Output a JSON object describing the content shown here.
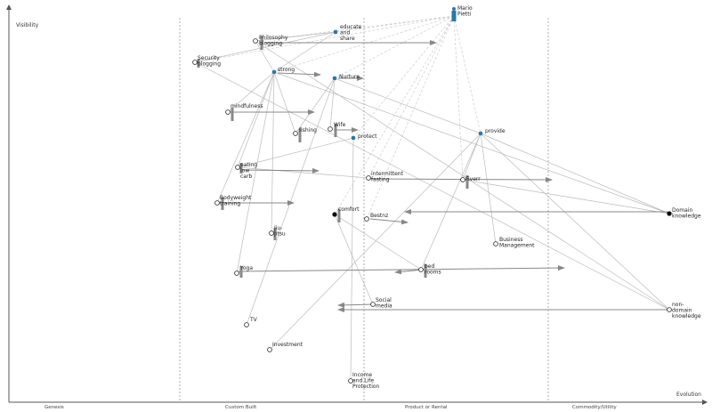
{
  "map": {
    "y_axis_label": "Visibility",
    "x_axis_label": "Evolution",
    "stages": [
      "Genesis",
      "Custom Built",
      "Product or Rental",
      "Commodity/Utility"
    ]
  },
  "colors": {
    "axis": "#555555",
    "link": "#bbbbbb",
    "dashed_link": "#cccccc",
    "arrow": "#888888",
    "inertia": "#888888",
    "node_blue": "#2b78a6",
    "node_black": "#000000"
  },
  "components": [
    {
      "id": "mario",
      "name": "Mario Pietti",
      "lines": [
        "Mario",
        "Pietti"
      ],
      "type": "user"
    },
    {
      "id": "educate",
      "name": "educate and share",
      "lines": [
        "educate",
        "and",
        "share"
      ],
      "type": "blue"
    },
    {
      "id": "philosophy",
      "name": "Philosophy blogging",
      "lines": [
        "Philosophy",
        "blogging"
      ],
      "type": "open"
    },
    {
      "id": "security",
      "name": "Security blogging",
      "lines": [
        "Security",
        "blogging"
      ],
      "type": "open"
    },
    {
      "id": "strong",
      "name": "strong",
      "lines": [
        "strong"
      ],
      "type": "blue"
    },
    {
      "id": "nurture",
      "name": "Nurture",
      "lines": [
        "Nurture"
      ],
      "type": "blue"
    },
    {
      "id": "mindfulness",
      "name": "mindfulness",
      "lines": [
        "mindfulness"
      ],
      "type": "open"
    },
    {
      "id": "fishing",
      "name": "fishing",
      "lines": [
        "fishing"
      ],
      "type": "open"
    },
    {
      "id": "wife",
      "name": "Wife",
      "lines": [
        "Wife"
      ],
      "type": "open"
    },
    {
      "id": "protect",
      "name": "protect",
      "lines": [
        "protect"
      ],
      "type": "blue"
    },
    {
      "id": "provide",
      "name": "provide",
      "lines": [
        "provide"
      ],
      "type": "blue"
    },
    {
      "id": "eating",
      "name": "eating low carb",
      "lines": [
        "eating",
        "low",
        "carb"
      ],
      "type": "open"
    },
    {
      "id": "intermittent",
      "name": "intermittent fasting",
      "lines": [
        "intermittent",
        "fasting"
      ],
      "type": "open"
    },
    {
      "id": "fiverr",
      "name": "Fiverr",
      "lines": [
        "Fiverr"
      ],
      "type": "open"
    },
    {
      "id": "bodyweight",
      "name": "Bodyweight training",
      "lines": [
        "Bodyweight",
        "training"
      ],
      "type": "open"
    },
    {
      "id": "comfort",
      "name": "comfort",
      "lines": [
        "comfort"
      ],
      "type": "black"
    },
    {
      "id": "bestnz",
      "name": "Bestnz",
      "lines": [
        "Bestnz"
      ],
      "type": "open"
    },
    {
      "id": "domain",
      "name": "Domain knowledge",
      "lines": [
        "Domain",
        "knowledge"
      ],
      "type": "black"
    },
    {
      "id": "jiujitsu",
      "name": "Jiu-Jitsu",
      "lines": [
        "Jiu-",
        "Jitsu"
      ],
      "type": "open"
    },
    {
      "id": "business",
      "name": "Business Management",
      "lines": [
        "Business",
        "Management"
      ],
      "type": "open"
    },
    {
      "id": "yoga",
      "name": "Yoga",
      "lines": [
        "Yoga"
      ],
      "type": "open"
    },
    {
      "id": "bed",
      "name": "bed rooms",
      "lines": [
        "bed",
        "rooms"
      ],
      "type": "open"
    },
    {
      "id": "social",
      "name": "Social media",
      "lines": [
        "Social",
        "media"
      ],
      "type": "open"
    },
    {
      "id": "nondomain",
      "name": "non-domain knowledge",
      "lines": [
        "non-",
        "domain",
        "knowledge"
      ],
      "type": "open"
    },
    {
      "id": "tv",
      "name": "TV",
      "lines": [
        "TV"
      ],
      "type": "open"
    },
    {
      "id": "investment",
      "name": "Investment",
      "lines": [
        "Investment"
      ],
      "type": "open"
    },
    {
      "id": "income",
      "name": "Income and Life Protection",
      "lines": [
        "Income",
        "and Life",
        "Protection"
      ],
      "type": "open"
    }
  ]
}
